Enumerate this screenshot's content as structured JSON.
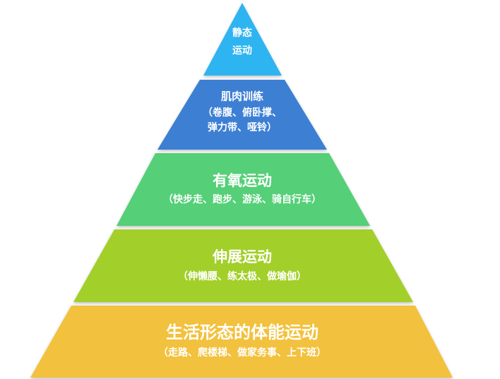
{
  "pyramid": {
    "tiers": [
      {
        "name": "静态运动",
        "color": "#2fb4f0",
        "lines": [
          "静态",
          "运动"
        ]
      },
      {
        "name": "肌肉训练",
        "color": "#3d7fd3",
        "lines": [
          "肌肉训练",
          "（卷腹、俯卧撑、",
          "弹力带、哑铃）"
        ]
      },
      {
        "name": "有氧运动",
        "color": "#55cf78",
        "lines": [
          "有氧运动",
          "（快步走、跑步、游泳、骑自行车）"
        ]
      },
      {
        "name": "伸展运动",
        "color": "#a3cf2c",
        "lines": [
          "伸展运动",
          "（伸懒腰、练太极、做瑜伽）"
        ]
      },
      {
        "name": "生活形态的体能运动",
        "color": "#f2c13d",
        "lines": [
          "生活形态的体能运动",
          "（走路、爬楼梯、做家务事、上下班）"
        ]
      }
    ]
  }
}
